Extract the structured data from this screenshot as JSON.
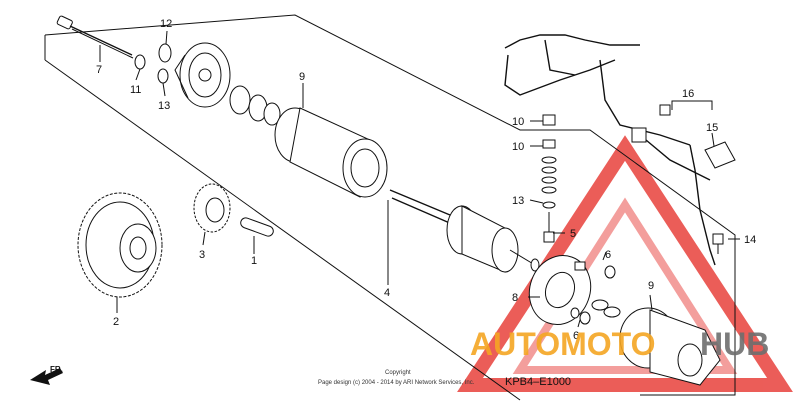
{
  "diagram": {
    "callouts": [
      {
        "id": "c7",
        "text": "7"
      },
      {
        "id": "c12",
        "text": "12"
      },
      {
        "id": "c11",
        "text": "11"
      },
      {
        "id": "c13a",
        "text": "13"
      },
      {
        "id": "c9a",
        "text": "9"
      },
      {
        "id": "c16",
        "text": "16"
      },
      {
        "id": "c15",
        "text": "15"
      },
      {
        "id": "c10a",
        "text": "10"
      },
      {
        "id": "c10b",
        "text": "10"
      },
      {
        "id": "c13b",
        "text": "13"
      },
      {
        "id": "c5",
        "text": "5"
      },
      {
        "id": "c14",
        "text": "14"
      },
      {
        "id": "c6a",
        "text": "6"
      },
      {
        "id": "c9b",
        "text": "9"
      },
      {
        "id": "c8",
        "text": "8"
      },
      {
        "id": "c6b",
        "text": "6"
      },
      {
        "id": "c3",
        "text": "3"
      },
      {
        "id": "c1",
        "text": "1"
      },
      {
        "id": "c2",
        "text": "2"
      },
      {
        "id": "c4",
        "text": "4"
      }
    ],
    "direction_label": "FR.",
    "copyright_line1": "Copyright",
    "copyright_line2": "Page design (c) 2004 - 2014 by ARI Network Services, Inc.",
    "diagram_code": "KPB4–E1000"
  },
  "watermark": {
    "text_orange": "AUTOMOTO",
    "text_grey": "HUB",
    "color_orange": "#f5a623",
    "color_red": "#e8413c",
    "color_grey": "#6e6e6e"
  }
}
